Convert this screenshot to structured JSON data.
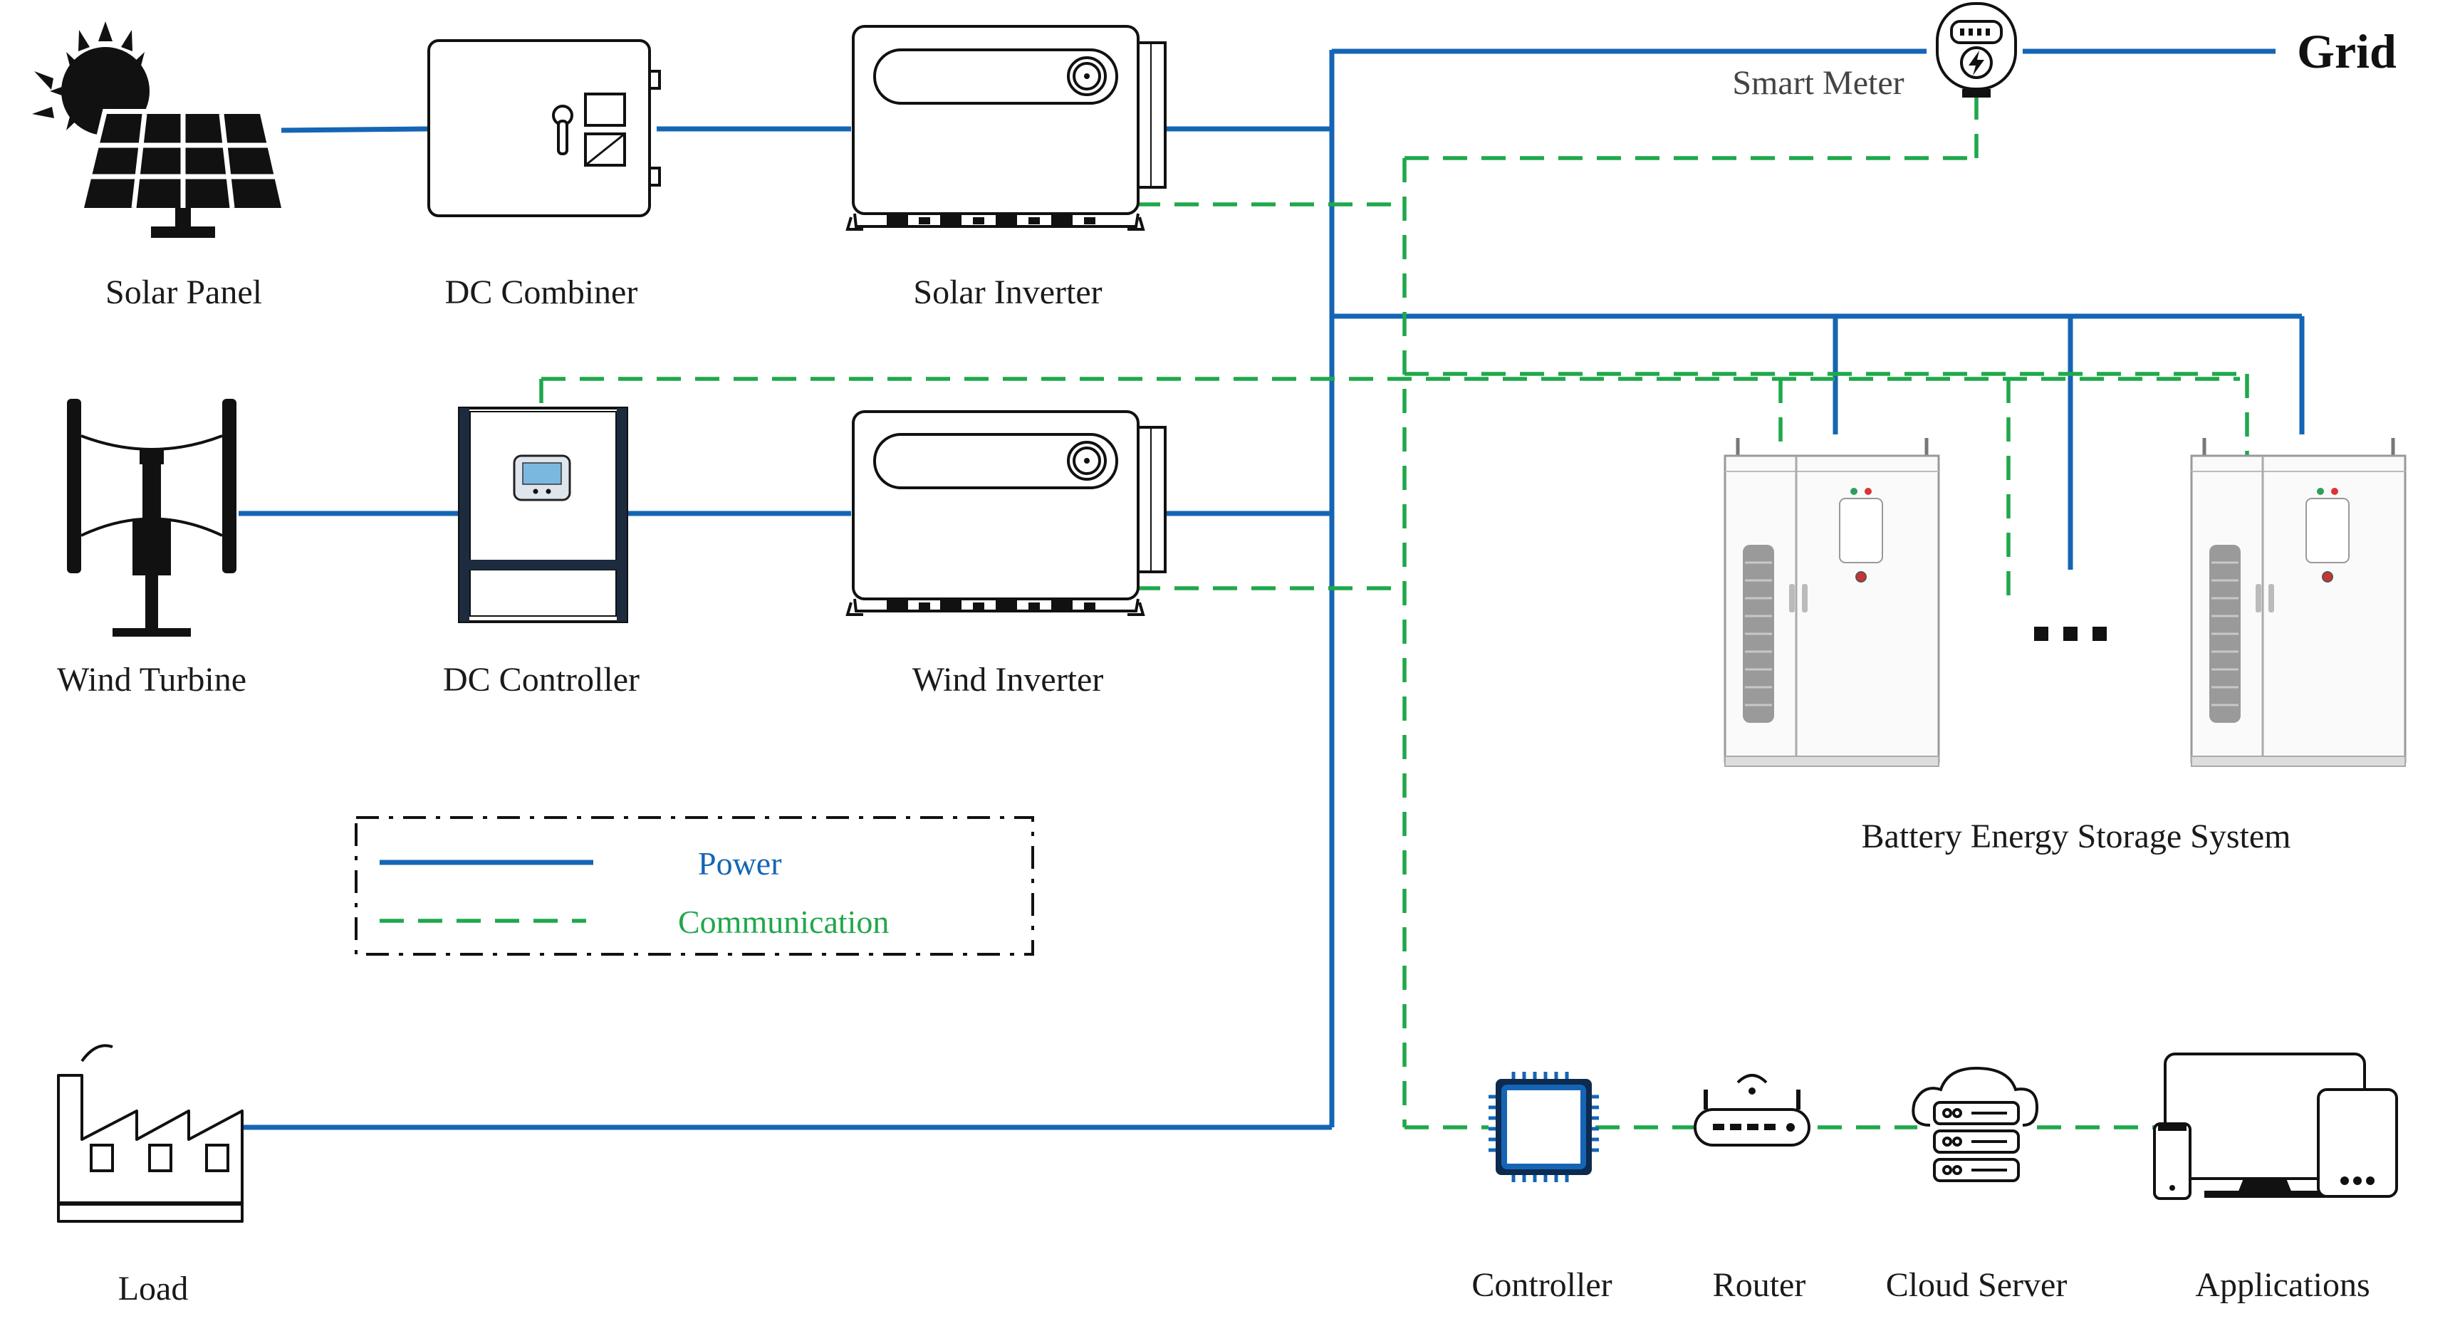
{
  "labels": {
    "solar_panel": "Solar Panel",
    "dc_combiner": "DC Combiner",
    "solar_inverter": "Solar Inverter",
    "wind_turbine": "Wind Turbine",
    "dc_controller": "DC Controller",
    "wind_inverter": "Wind Inverter",
    "smart_meter": "Smart Meter",
    "grid": "Grid",
    "battery_storage": "Battery Energy Storage System",
    "load": "Load",
    "controller": "Controller",
    "router": "Router",
    "cloud_server": "Cloud Server",
    "applications": "Applications",
    "ellipsis": "..."
  },
  "legend": {
    "power": "Power",
    "communication": "Communication"
  },
  "colors": {
    "power_line": "#1565b5",
    "communication_line": "#1fa84a",
    "power_legend_text": "#1565b5",
    "communication_legend_text": "#1fa84a"
  },
  "icons": [
    "sun-icon",
    "solar-panel-icon",
    "dc-combiner-icon",
    "inverter-icon",
    "wind-turbine-icon",
    "dc-controller-icon",
    "smart-meter-icon",
    "battery-cabinet-icon",
    "factory-icon",
    "chip-icon",
    "router-icon",
    "cloud-server-icon",
    "devices-icon"
  ]
}
